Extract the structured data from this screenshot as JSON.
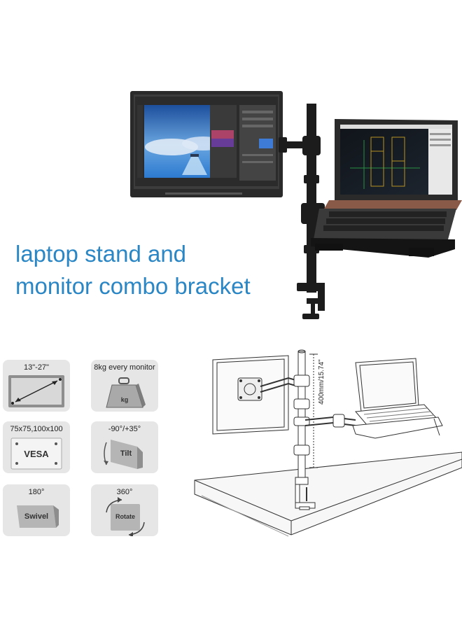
{
  "headline": {
    "line1": "laptop stand and",
    "line2": "monitor combo bracket"
  },
  "colors": {
    "headline": "#2a86c4",
    "tile_background": "#e6e6e6",
    "tile_badge": "#b5b5b5",
    "mount_black": "#1c1c1c"
  },
  "specs": {
    "size": {
      "label": "13\"-27\"",
      "icon": "screen-size-diagonal-icon"
    },
    "weight": {
      "label": "8kg every monitor",
      "badge": "kg",
      "icon": "weight-icon"
    },
    "vesa": {
      "label": "75x75,100x100",
      "badge": "VESA",
      "icon": "vesa-plate-icon"
    },
    "tilt": {
      "label": "-90°/+35°",
      "badge": "Tilt",
      "icon": "tilt-icon"
    },
    "swivel": {
      "label": "180°",
      "badge": "Swivel",
      "icon": "swivel-icon"
    },
    "rotate": {
      "label": "360°",
      "badge": "Rotate",
      "icon": "rotate-icon"
    }
  },
  "drawing": {
    "pole_height": "400mm/15.74\""
  }
}
